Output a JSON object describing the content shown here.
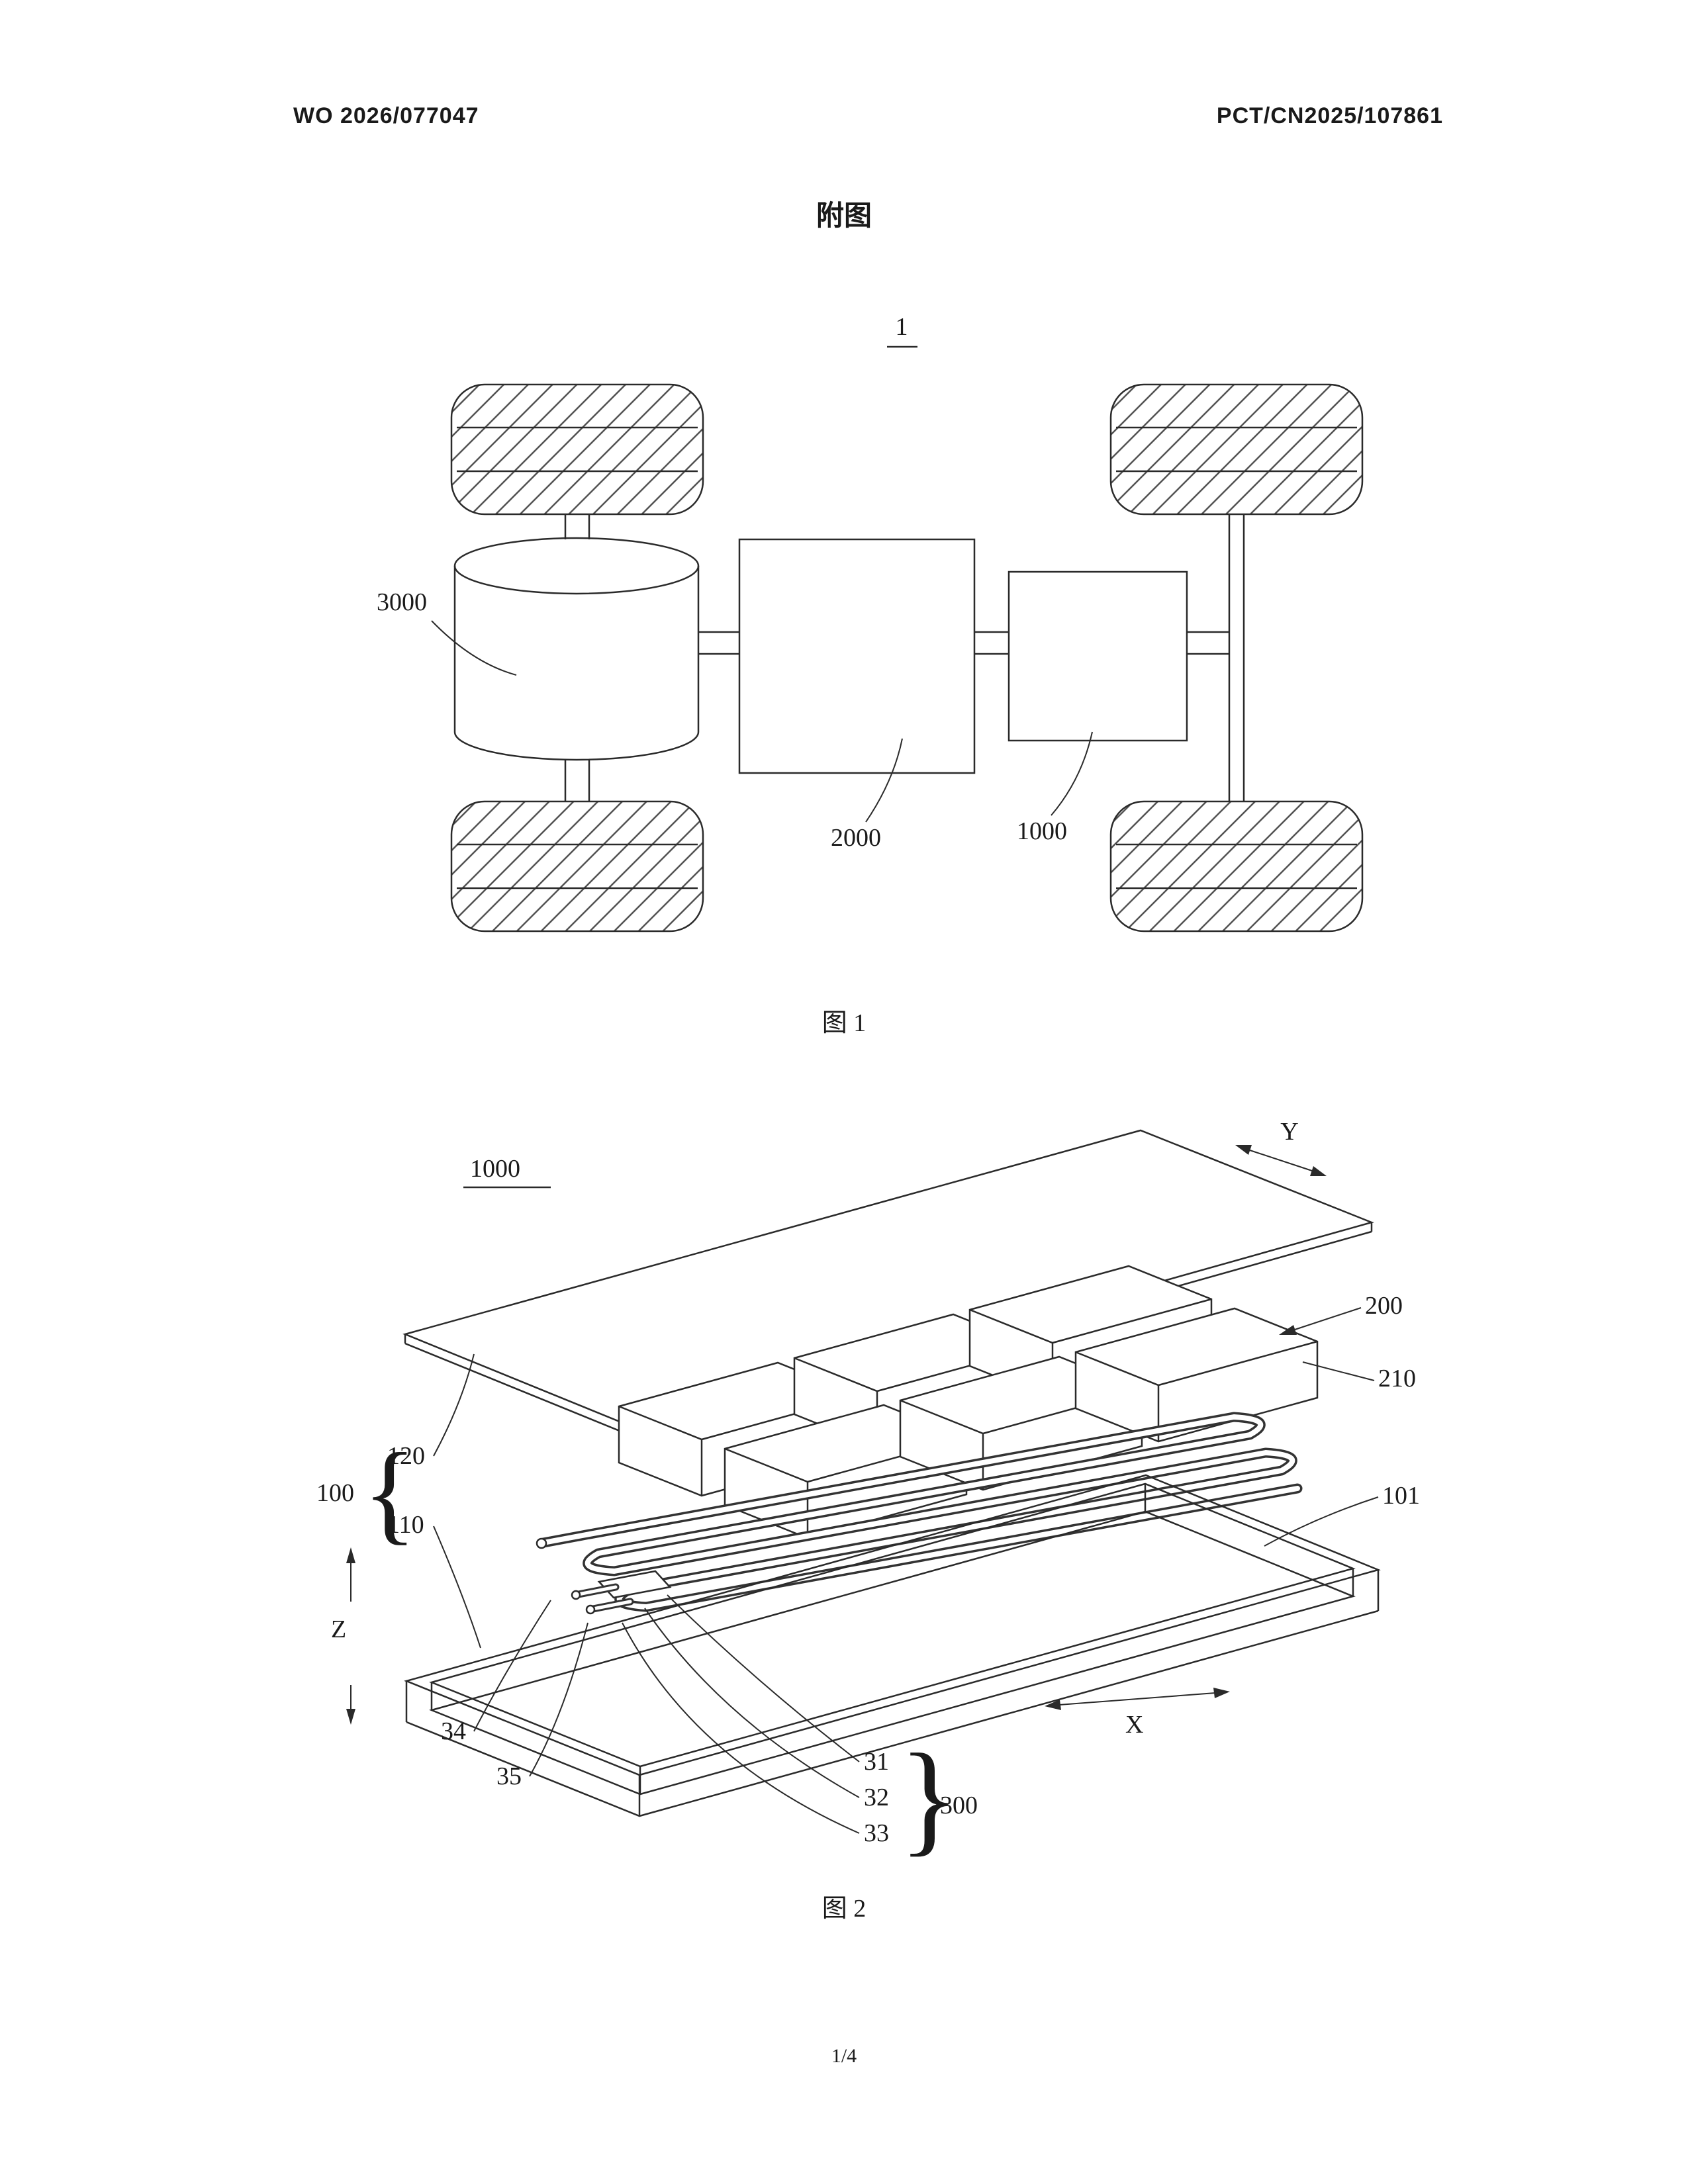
{
  "page": {
    "header_left": "WO 2026/077047",
    "header_right": "PCT/CN2025/107861",
    "section_title": "附图",
    "page_number": "1/4"
  },
  "figure1": {
    "ref": "1",
    "caption": "图 1",
    "labels": {
      "n3000": "3000",
      "n2000": "2000",
      "n1000": "1000"
    }
  },
  "figure2": {
    "ref": "1000",
    "caption": "图 2",
    "labels": {
      "n200": "200",
      "n210": "210",
      "n101": "101",
      "n120": "120",
      "n100": "100",
      "n110": "110",
      "n34": "34",
      "n35": "35",
      "n31": "31",
      "n32": "32",
      "n33": "33",
      "n300": "300"
    },
    "axes": {
      "x": "X",
      "y": "Y",
      "z": "Z"
    },
    "braces": {
      "left": "{",
      "right": "}"
    }
  }
}
